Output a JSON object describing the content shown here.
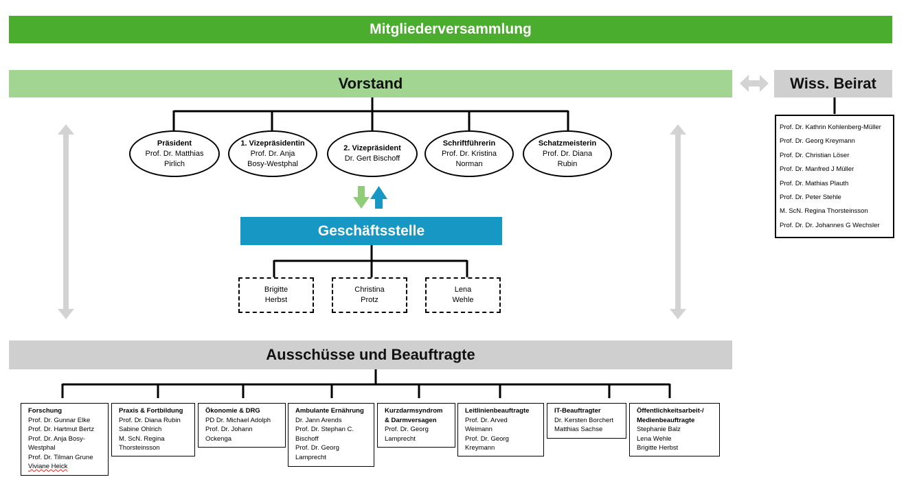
{
  "top_bar": "Mitgliederversammlung",
  "vorstand_bar": "Vorstand",
  "beirat": {
    "title": "Wiss. Beirat",
    "members": [
      "Prof. Dr. Kathrin Kohlenberg-Müller",
      "Prof. Dr. Georg Kreymann",
      "Prof. Dr. Christian Löser",
      "Prof. Dr. Manfred J Müller",
      "Prof. Dr. Mathias Plauth",
      "Prof. Dr. Peter Stehle",
      "M. ScN. Regina Thorsteinsson",
      "Prof. Dr. Dr. Johannes G Wechsler"
    ]
  },
  "vorstand_members": [
    {
      "role": "Präsident",
      "l1": "Prof. Dr. Matthias",
      "l2": "Pirlich"
    },
    {
      "role": "1. Vizepräsidentin",
      "l1": "Prof. Dr. Anja",
      "l2": "Bosy-Westphal"
    },
    {
      "role": "2. Vizepräsident",
      "l1": "Dr. Gert Bischoff",
      "l2": ""
    },
    {
      "role": "Schriftführerin",
      "l1": "Prof. Dr. Kristina",
      "l2": "Norman"
    },
    {
      "role": "Schatzmeisterin",
      "l1": "Prof. Dr. Diana",
      "l2": "Rubin"
    }
  ],
  "geschaeftsstelle": {
    "title": "Geschäftsstelle",
    "staff": [
      {
        "l1": "Brigitte",
        "l2": "Herbst"
      },
      {
        "l1": "Christina",
        "l2": "Protz"
      },
      {
        "l1": "Lena",
        "l2": "Wehle"
      }
    ]
  },
  "ausschuesse_bar": "Ausschüsse und Beauftragte",
  "committees": [
    {
      "title": [
        "Forschung"
      ],
      "lines": [
        "Prof. Dr. Gunnar Elke",
        "Prof. Dr. Hartmut Bertz",
        "Prof. Dr. Anja Bosy-",
        "Westphal",
        "Prof. Dr. Tilman Grune",
        "Viviane Heick"
      ]
    },
    {
      "title": [
        "Praxis & Fortbildung"
      ],
      "lines": [
        "Prof. Dr. Diana Rubin",
        "Sabine Ohlrich",
        "M. ScN. Regina",
        "Thorsteinsson"
      ]
    },
    {
      "title": [
        "Ökonomie & DRG"
      ],
      "lines": [
        "PD Dr. Michael Adolph",
        "Prof. Dr. Johann",
        "Ockenga"
      ]
    },
    {
      "title": [
        "Ambulante Ernährung"
      ],
      "lines": [
        "Dr. Jann Arends",
        "Prof. Dr. Stephan C.",
        "Bischoff",
        "Prof. Dr. Georg",
        "Lamprecht"
      ]
    },
    {
      "title": [
        "Kurzdarmsyndrom",
        "& Darmversagen"
      ],
      "lines": [
        "Prof. Dr. Georg",
        "Lamprecht"
      ]
    },
    {
      "title": [
        "Leitlinienbeauftragte"
      ],
      "lines": [
        "Prof. Dr. Arved",
        "Weimann",
        "Prof. Dr. Georg",
        "Kreymann"
      ]
    },
    {
      "title": [
        "IT-Beauftragter"
      ],
      "lines": [
        "Dr. Kersten Borchert",
        "Matthias Sachse"
      ]
    },
    {
      "title": [
        "Öffentlichkeitsarbeit-/",
        "Medienbeauftragte"
      ],
      "lines": [
        "Stephanie Balz",
        "Lena Wehle",
        "Brigitte Herbst"
      ]
    }
  ],
  "colors": {
    "green_dark": "#4aad2e",
    "green_light": "#a2d492",
    "grey": "#cfcfcf",
    "blue": "#1797c4",
    "arrow_grey": "#d3d3d3"
  }
}
